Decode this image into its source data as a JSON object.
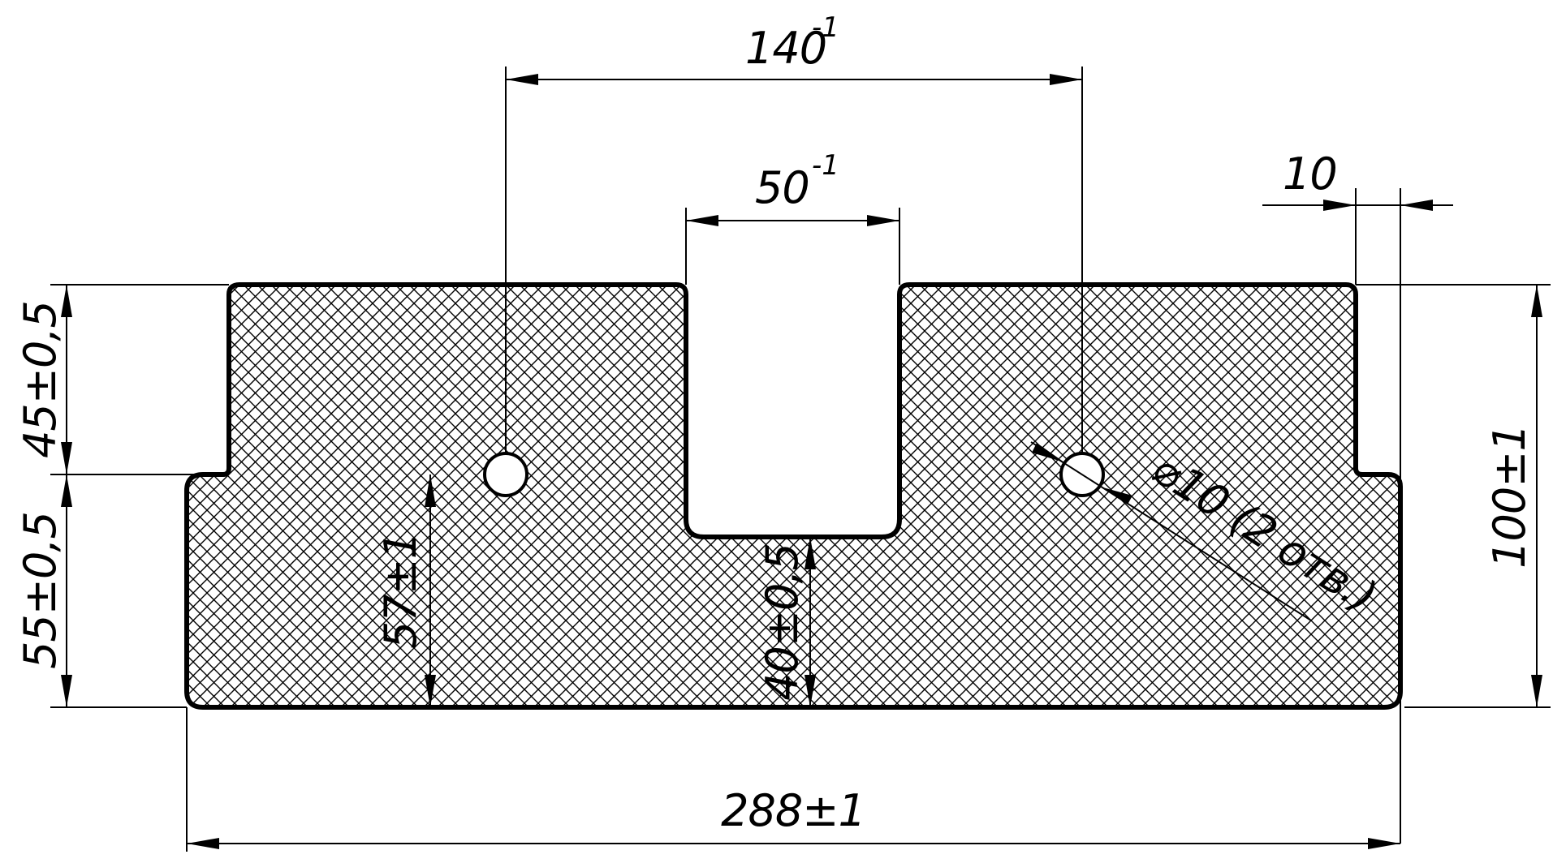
{
  "dimensions": {
    "hole_spacing": {
      "value": "140",
      "tolerance": "-1"
    },
    "slot_width": {
      "value": "50",
      "tolerance": "-1"
    },
    "step_offset": "10",
    "top_height": "45±0,5",
    "bottom_height": "55±0,5",
    "total_height": "100±1",
    "hole_height": "57±1",
    "slot_floor_height": "40±0,5",
    "total_width": "288±1",
    "hole_diameter": "⌀10 (2 отв.)"
  }
}
